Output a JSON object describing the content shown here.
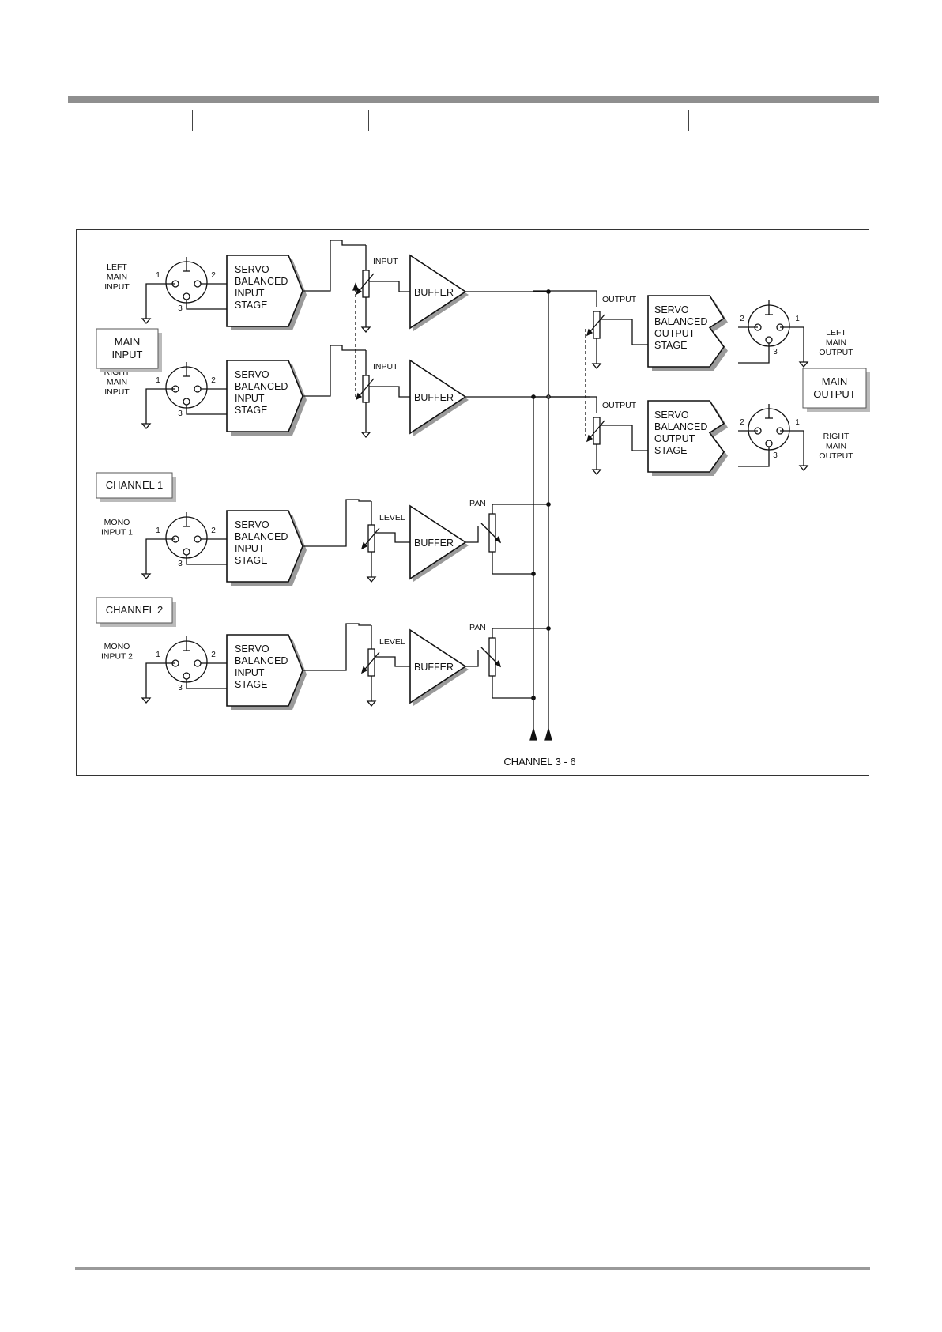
{
  "header": {
    "tab_count": 4
  },
  "diagram": {
    "labels": {
      "main_input": "MAIN\nINPUT",
      "main_output": "MAIN\nOUTPUT",
      "channel_1": "CHANNEL 1",
      "channel_2": "CHANNEL 2",
      "left_main_input": "LEFT\nMAIN\nINPUT",
      "right_main_input": "RIGHT\nMAIN\nINPUT",
      "mono_input_1": "MONO\nINPUT 1",
      "mono_input_2": "MONO\nINPUT 2",
      "left_main_output": "LEFT\nMAIN\nOUTPUT",
      "right_main_output": "RIGHT\nMAIN\nOUTPUT",
      "servo_input_stage": "SERVO\nBALANCED\nINPUT\nSTAGE",
      "servo_output_stage": "SERVO\nBALANCED\nOUTPUT\nSTAGE",
      "buffer": "BUFFER",
      "pot_input": "INPUT",
      "pot_output": "OUTPUT",
      "pot_level": "LEVEL",
      "pot_pan": "PAN",
      "bus_label": "CHANNEL 3 - 6",
      "pin_1": "1",
      "pin_2": "2",
      "pin_3": "3"
    }
  }
}
